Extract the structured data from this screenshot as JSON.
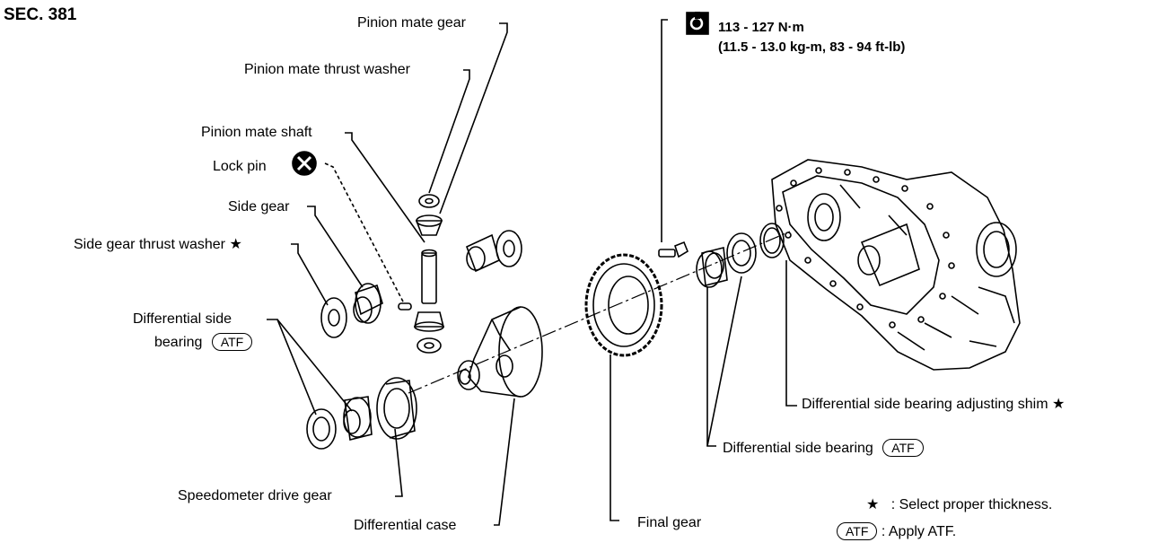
{
  "section": "SEC. 381",
  "torque": {
    "line1": "113 - 127 N·m",
    "line2": "(11.5 - 13.0 kg-m, 83 - 94 ft-lb)"
  },
  "labels": {
    "pinion_mate_gear": "Pinion mate gear",
    "pinion_mate_thrust_washer": "Pinion mate thrust washer",
    "pinion_mate_shaft": "Pinion mate shaft",
    "lock_pin": "Lock pin",
    "side_gear": "Side gear",
    "side_gear_thrust_washer": "Side gear thrust washer",
    "differential_side_bearing_left_line1": "Differential side",
    "differential_side_bearing_left_line2": "bearing",
    "speedometer_drive_gear": "Speedometer drive gear",
    "differential_case": "Differential case",
    "final_gear": "Final gear",
    "differential_side_bearing_right": "Differential side bearing",
    "differential_side_bearing_adjusting_shim": "Differential side bearing adjusting shim"
  },
  "badges": {
    "atf": "ATF",
    "star": "★"
  },
  "legend": {
    "star_symbol": "★",
    "star_text": ": Select proper thickness.",
    "atf_badge": "ATF",
    "atf_text": ": Apply ATF."
  }
}
